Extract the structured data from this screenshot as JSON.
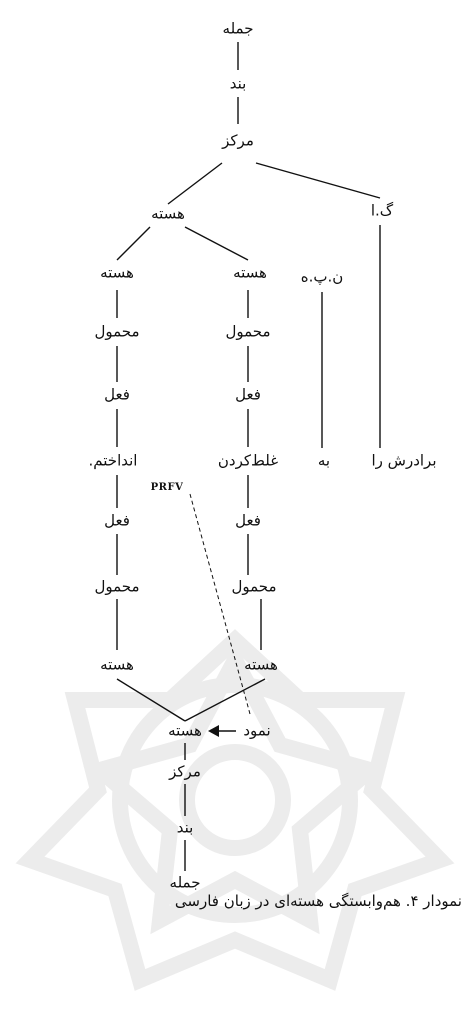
{
  "nodes": {
    "top_jomle": "جمله",
    "top_band": "بند",
    "top_markaz": "مرکز",
    "top_hasteh": "هسته",
    "ga": "گ.ا",
    "left_hasteh": "هسته",
    "mid_hasteh": "هسته",
    "npe": "ن.پ.ه",
    "left_mahmool": "محمول",
    "mid_mahmool": "محمول",
    "left_fel": "فعل",
    "mid_fel": "فعل",
    "left_verb": "انداختم.",
    "mid_verb": "غلط‌کردن",
    "be": "به",
    "baradarash_ra": "برادرش را",
    "gloss": "PRFV",
    "bot_left_fel": "فعل",
    "bot_mid_fel": "فعل",
    "bot_left_mahmool": "محمول",
    "bot_mid_mahmool": "محمول",
    "bot_left_hasteh": "هسته",
    "bot_mid_hasteh": "هسته",
    "namood": "نمود",
    "bot_hasteh": "هسته",
    "bot_markaz": "مرکز",
    "bot_band": "بند",
    "bot_jomle": "جمله"
  },
  "caption": "نمودار ۴. هم‌وابستگی هسته‌ای در زبان فارسی"
}
